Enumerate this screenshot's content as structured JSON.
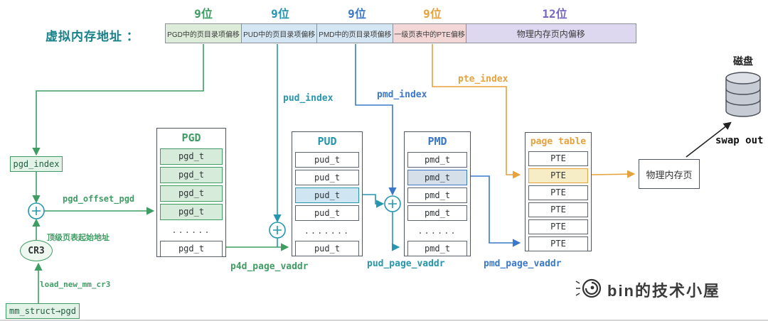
{
  "header": {
    "title": "虚拟内存地址 ：",
    "bit_labels": [
      {
        "text": "9位",
        "color": "#3f9d63"
      },
      {
        "text": "9位",
        "color": "#2596ad"
      },
      {
        "text": "9位",
        "color": "#3b78c9"
      },
      {
        "text": "9位",
        "color": "#e6a23c"
      },
      {
        "text": "12位",
        "color": "#7668c4"
      }
    ],
    "segments": [
      {
        "label": "PGD中的页目录项偏移",
        "bg": "#dcecd8"
      },
      {
        "label": "PUD中的页目录项偏移",
        "bg": "#d4e6f3"
      },
      {
        "label": "PMD中的页目录项偏移",
        "bg": "#d4e6f3"
      },
      {
        "label": "一级页表中的PTE偏移",
        "bg": "#f3d7d7"
      },
      {
        "label": "物理内存页内偏移",
        "bg": "#ded7f0"
      }
    ]
  },
  "left_flow": {
    "pgd_index_label": "pgd_index",
    "cr3_label": "CR3",
    "mm_struct_label": "mm_struct→pgd",
    "pgd_offset_label": "pgd_offset_pgd",
    "top_table_addr_label": "顶级页表起始地址",
    "load_cr3_label": "load_new_mm_cr3"
  },
  "tables": {
    "pgd": {
      "title": "PGD",
      "accent": "#3f9d63",
      "highlight_bg": "#d7ebda",
      "highlight": [
        0,
        1,
        2,
        3
      ],
      "rows": [
        "pgd_t",
        "pgd_t",
        "pgd_t",
        "pgd_t",
        "......",
        "pgd_t"
      ]
    },
    "pud": {
      "title": "PUD",
      "accent": "#2596ad",
      "highlight_bg": "#cfe6f2",
      "highlight": [
        2
      ],
      "rows": [
        "pud_t",
        "pud_t",
        "pud_t",
        "pud_t",
        ".......",
        "pud_t"
      ]
    },
    "pmd": {
      "title": "PMD",
      "accent": "#3b78c9",
      "highlight_bg": "#d5dfea",
      "highlight": [
        1
      ],
      "rows": [
        "pmd_t",
        "pmd_t",
        "pmd_t",
        "pmd_t",
        "......",
        "pmd_t"
      ]
    },
    "pte": {
      "title": "page table",
      "accent": "#e6a23c",
      "highlight_bg": "#f6ecc5",
      "highlight": [
        1
      ],
      "rows": [
        "PTE",
        "PTE",
        "PTE",
        "PTE",
        "PTE",
        "PTE"
      ]
    }
  },
  "index_labels": {
    "pud": "pud_index",
    "pmd": "pmd_index",
    "pte": "pte_index"
  },
  "vaddr_labels": {
    "p4d": "p4d_page_vaddr",
    "pud": "pud_page_vaddr",
    "pmd": "pmd_page_vaddr"
  },
  "right_flow": {
    "phys_page": "物理内存页",
    "disk": "磁盘",
    "swap_out": "swap out"
  },
  "watermark": {
    "text": "bin的技术小屋"
  },
  "colors": {
    "green": "#3f9d63",
    "teal": "#2596ad",
    "blue": "#3b78c9",
    "orange": "#e6a23c",
    "purple": "#7668c4"
  }
}
